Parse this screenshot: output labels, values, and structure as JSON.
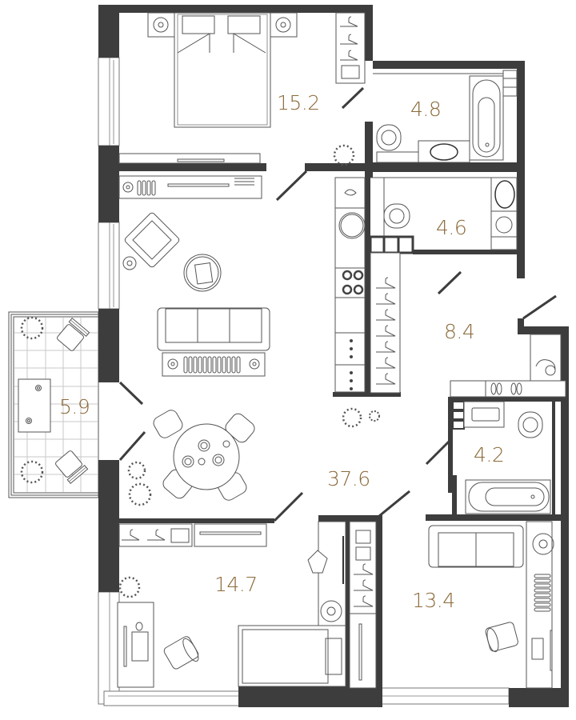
{
  "plan": {
    "accent_color": "#8b6a3a",
    "wall_color": "#3d3d3d",
    "rooms": [
      {
        "id": "bedroom-top",
        "area": "15.2"
      },
      {
        "id": "bathroom-top",
        "area": "4.8"
      },
      {
        "id": "bathroom-middle",
        "area": "4.6"
      },
      {
        "id": "hallway",
        "area": "8.4"
      },
      {
        "id": "balcony",
        "area": "5.9"
      },
      {
        "id": "living-kitchen",
        "area": "37.6"
      },
      {
        "id": "bathroom-bottom",
        "area": "4.2"
      },
      {
        "id": "bedroom-bottom-left",
        "area": "14.7"
      },
      {
        "id": "bedroom-bottom-right",
        "area": "13.4"
      }
    ]
  }
}
